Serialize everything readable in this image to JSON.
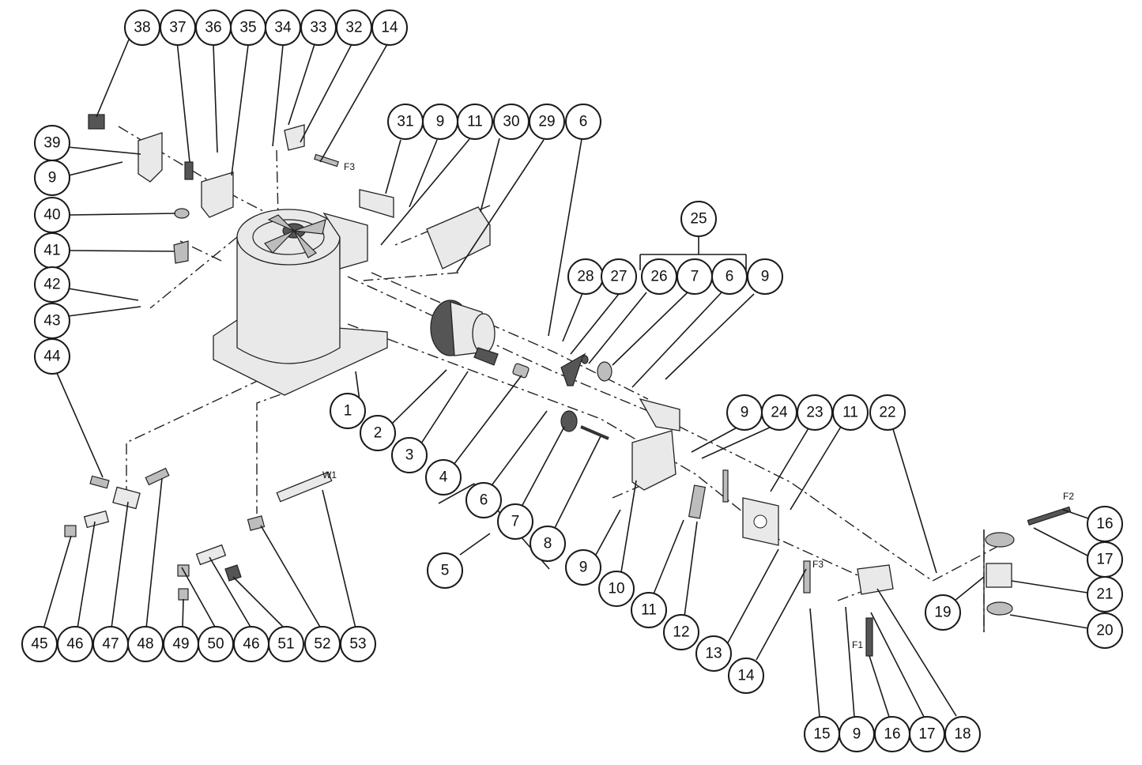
{
  "diagram": {
    "callouts": [
      "1",
      "2",
      "3",
      "4",
      "5",
      "6",
      "7",
      "8",
      "9",
      "10",
      "11",
      "12",
      "13",
      "14",
      "15",
      "16",
      "17",
      "18",
      "19",
      "20",
      "21",
      "22",
      "23",
      "24",
      "25",
      "26",
      "27",
      "28",
      "29",
      "30",
      "31",
      "32",
      "33",
      "34",
      "35",
      "36",
      "37",
      "38",
      "39",
      "40",
      "41",
      "42",
      "43",
      "44",
      "45",
      "46",
      "47",
      "48",
      "49",
      "50",
      "51",
      "52",
      "53"
    ],
    "wire_labels": [
      "F3",
      "F2",
      "F1",
      "W1"
    ]
  }
}
